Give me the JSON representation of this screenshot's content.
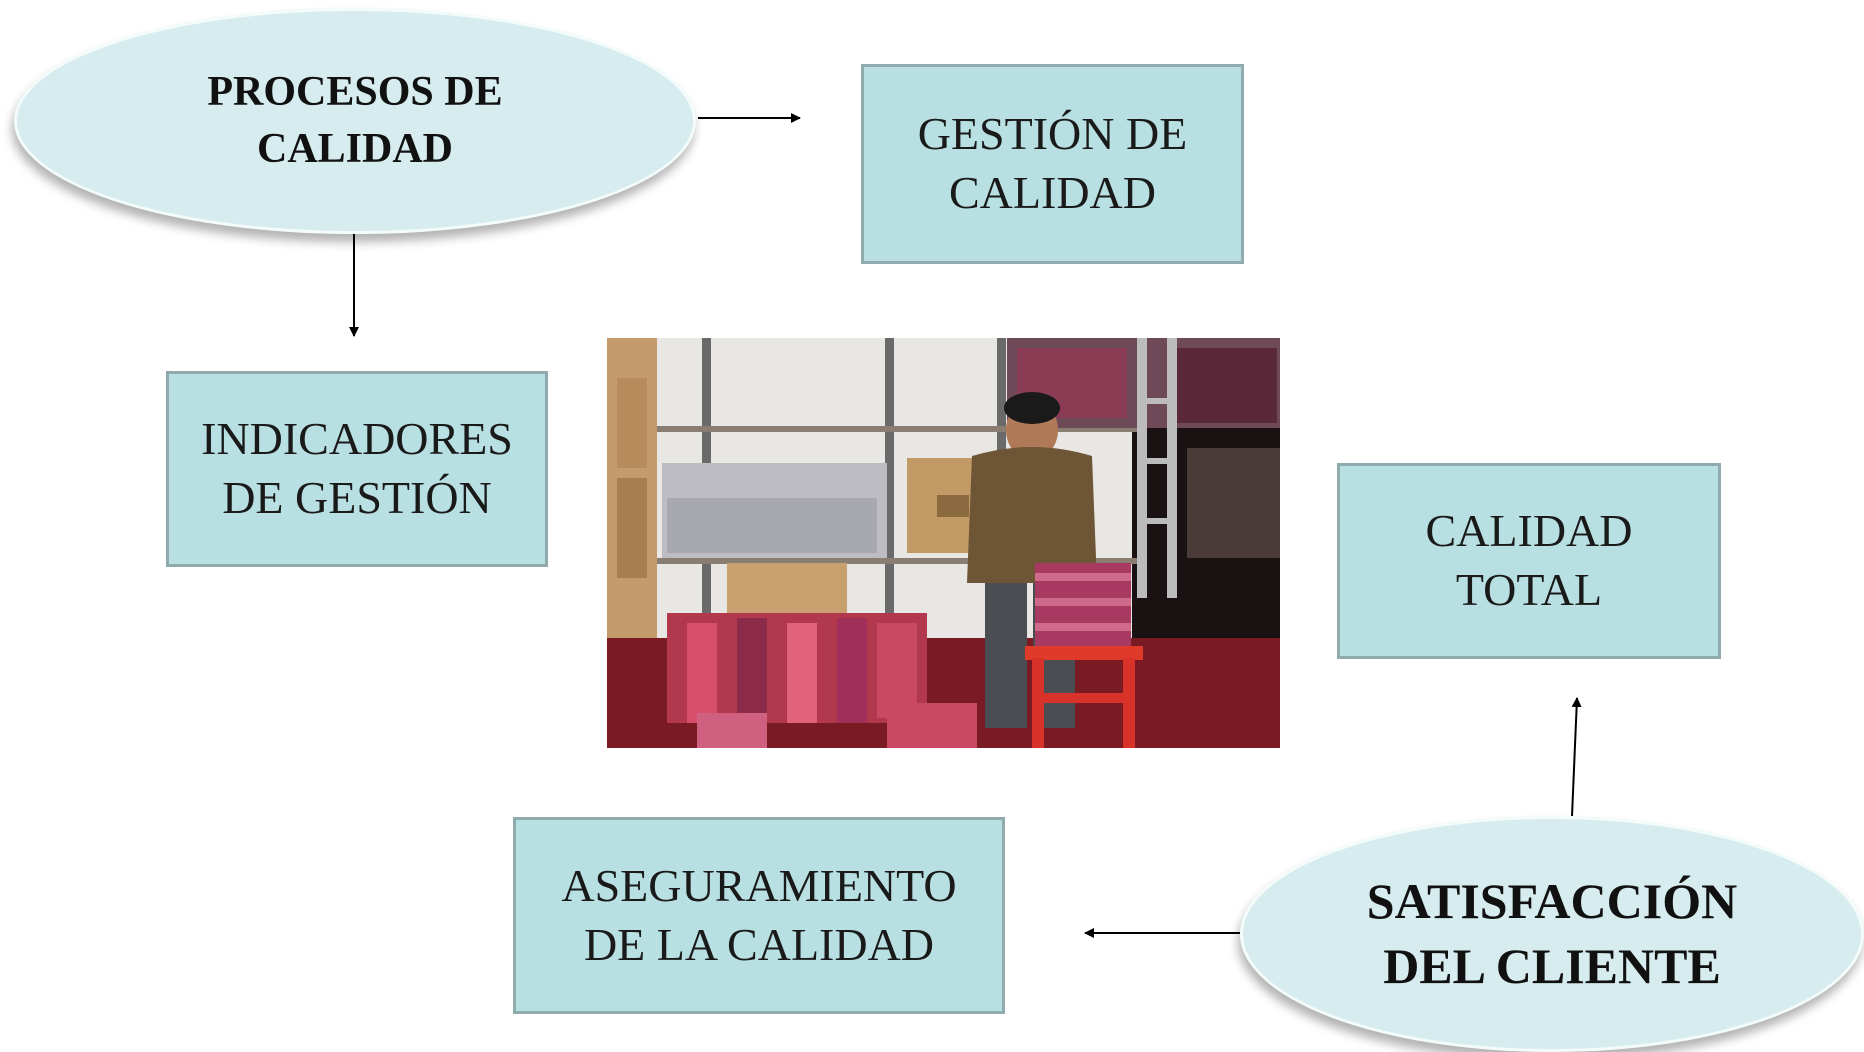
{
  "nodes": {
    "procesos": {
      "line1": "PROCESOS DE",
      "line2": "CALIDAD"
    },
    "gestion": {
      "line1": "GESTIÓN DE",
      "line2": "CALIDAD"
    },
    "indicadores": {
      "line1": "INDICADORES",
      "line2": "DE GESTIÓN"
    },
    "calidad_total": {
      "line1": "CALIDAD",
      "line2": "TOTAL"
    },
    "aseguramiento": {
      "line1": "ASEGURAMIENTO",
      "line2": "DE LA CALIDAD"
    },
    "satisfaccion": {
      "line1": "SATISFACCIÓN",
      "line2": "DEL CLIENTE"
    }
  },
  "colors": {
    "ellipse_fill": "#d6ecee",
    "box_fill": "#b8dfe1",
    "box_border": "#8fabad"
  },
  "photo": {
    "icon": "warehouse-worker-photo"
  }
}
